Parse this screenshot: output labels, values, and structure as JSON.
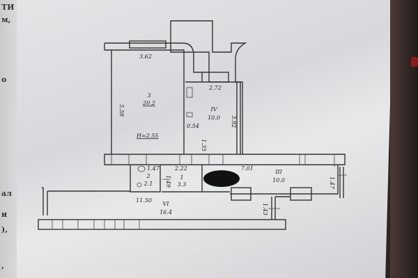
{
  "left_page_fragments": [
    "ТИ",
    "м,",
    "о",
    "ал",
    "и",
    "),",
    ","
  ],
  "plan": {
    "rooms": [
      {
        "id": "3",
        "area": "20.2"
      },
      {
        "id": "IV",
        "area": "10.0"
      },
      {
        "id": "2",
        "area": "2.1"
      },
      {
        "id": "1",
        "area": "3.3"
      },
      {
        "id": "III",
        "area": "10.0"
      },
      {
        "id": "VI",
        "area": "16.4"
      }
    ],
    "ceiling_height": "H=2.55",
    "dimensions": [
      "3.62",
      "5.58",
      "2.72",
      "3.92",
      "0.54",
      "1.35",
      "1.47",
      "2.22",
      "1.49",
      "7.01",
      "1.47",
      "11.50",
      "1.43"
    ]
  },
  "colors": {
    "redaction": "#111111",
    "sticker": "#8a1c1c"
  }
}
